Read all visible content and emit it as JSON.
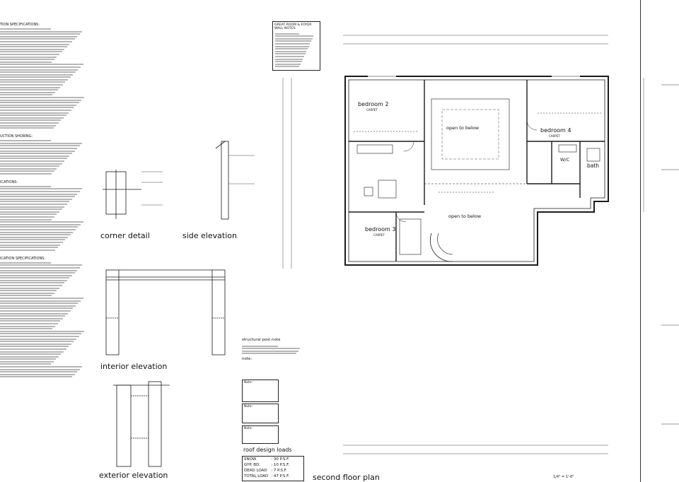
{
  "notes": {
    "heading_spec": "TION SPECIFICATIONS:",
    "heading_shoring": "UCTION SHORING:",
    "heading_ications": "ICATIONS:",
    "heading_fabrication": "ICATION SPECIFICATIONS:"
  },
  "views": {
    "corner_detail": "corner detail",
    "side_elevation": "side elevation",
    "interior_elevation": "interior elevation",
    "exterior_elevation": "exterior elevation",
    "second_floor_plan": "second floor plan",
    "scale": "1/4\" = 1'-0\""
  },
  "rooms": {
    "bedroom2": "bedroom 2",
    "bedroom2_floor": "CARPET",
    "bedroom3": "bedroom 3",
    "bedroom3_floor": "CARPET",
    "bedroom4": "bedroom 4",
    "bedroom4_floor": "CARPET",
    "open_below_1": "open to below",
    "open_below_2": "open to below",
    "wic": "W/C",
    "bath": "bath"
  },
  "great_room_notes": {
    "title": "GREAT ROOM & FOYER WALL NOTES"
  },
  "structural_post_note": {
    "title": "structural post note"
  },
  "note_label": "note:",
  "note_boxes": [
    "Note:",
    "Note:",
    "Note:"
  ],
  "roof_loads": {
    "title": "roof design loads",
    "rows": [
      {
        "label": "SNOW",
        "value": ": 30 P.S.F."
      },
      {
        "label": "GYP. BD.",
        "value": ": 10 P.S.F."
      },
      {
        "label": "DEAD LOAD",
        "value": ": 7 P.S.F."
      },
      {
        "label": "TOTAL LOAD",
        "value": ": 47 P.S.F."
      }
    ]
  },
  "colors": {
    "line": "#1a1a1a",
    "text_gray": "#777777"
  }
}
